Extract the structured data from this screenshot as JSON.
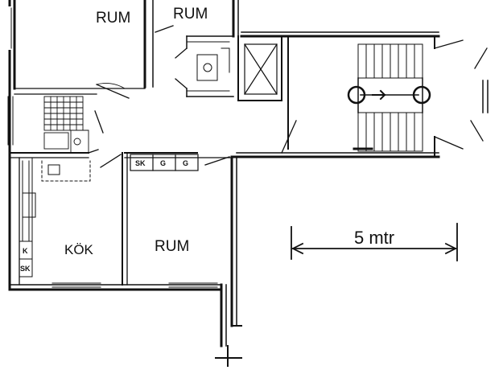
{
  "plan": {
    "ink_color": "#111111",
    "rooms": {
      "rum_top_left": "RUM",
      "rum_top_right": "RUM",
      "kok": "KÖK",
      "rum_bottom": "RUM"
    },
    "cabinets": [
      "SK",
      "G",
      "G"
    ],
    "kitchen_units": [
      "K",
      "SK"
    ],
    "scale": {
      "label": "5 mtr"
    }
  }
}
